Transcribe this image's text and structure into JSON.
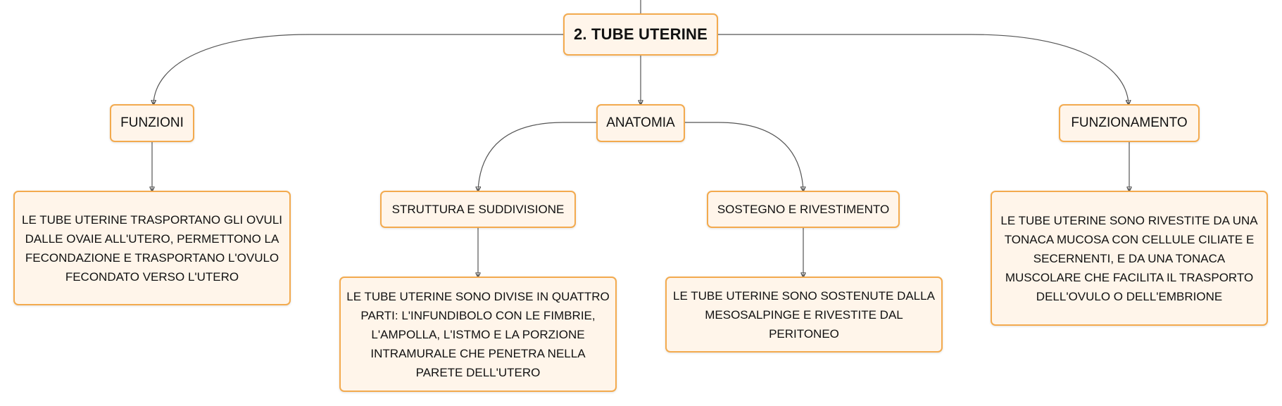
{
  "root": {
    "label": "2. TUBE UTERINE"
  },
  "topics": {
    "funzioni": {
      "label": "FUNZIONI"
    },
    "anatomia": {
      "label": "ANATOMIA"
    },
    "funzionamento": {
      "label": "FUNZIONAMENTO"
    }
  },
  "subtopics": {
    "struttura": {
      "label": "STRUTTURA E SUDDIVISIONE"
    },
    "sostegno": {
      "label": "SOSTEGNO E RIVESTIMENTO"
    }
  },
  "details": {
    "funzioni": "LE TUBE UTERINE TRASPORTANO GLI OVULI DALLE OVAIE ALL'UTERO, PERMETTONO LA FECONDAZIONE E TRASPORTANO L'OVULO FECONDATO VERSO L'UTERO",
    "struttura": "LE TUBE UTERINE SONO DIVISE IN QUATTRO PARTI: L'INFUNDIBOLO CON LE FIMBRIE, L'AMPOLLA, L'ISTMO E LA PORZIONE INTRAMURALE CHE PENETRA NELLA PARETE DELL'UTERO",
    "sostegno": "LE TUBE UTERINE SONO SOSTENUTE DALLA MESOSALPINGE E RIVESTITE DAL PERITONEO",
    "funzionamento": "LE TUBE UTERINE SONO RIVESTITE DA UNA TONACA MUCOSA CON CELLULE CILIATE E SECERNENTI, E DA UNA TONACA MUSCOLARE CHE FACILITA IL TRASPORTO DELL'OVULO O DELL'EMBRIONE"
  },
  "colors": {
    "node_border": "#f3aa4e",
    "node_fill": "#fff5ea",
    "connector": "#555555"
  }
}
